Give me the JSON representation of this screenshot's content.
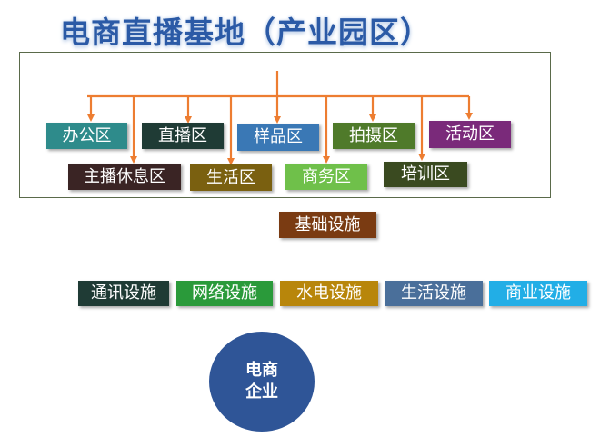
{
  "title": "电商直播基地（产业园区）",
  "zones_row1": [
    {
      "label": "办公区",
      "color": "#2e8b8b"
    },
    {
      "label": "直播区",
      "color": "#1f3b35"
    },
    {
      "label": "样品区",
      "color": "#3a78b5"
    },
    {
      "label": "拍摄区",
      "color": "#4f7a2a"
    },
    {
      "label": "活动区",
      "color": "#7a2a7a"
    }
  ],
  "zones_row2": [
    {
      "label": "主播休息区",
      "color": "#3a2424"
    },
    {
      "label": "生活区",
      "color": "#7a6010"
    },
    {
      "label": "商务区",
      "color": "#6fc04a"
    },
    {
      "label": "培训区",
      "color": "#3a4a20"
    }
  ],
  "foundation": {
    "label": "基础设施",
    "color": "#7a3b12"
  },
  "facilities": [
    {
      "label": "通讯设施",
      "color": "#1f3b35"
    },
    {
      "label": "网络设施",
      "color": "#2a9a3a"
    },
    {
      "label": "水电设施",
      "color": "#b8860b"
    },
    {
      "label": "生活设施",
      "color": "#4a6f9a"
    },
    {
      "label": "商业设施",
      "color": "#22aee6"
    }
  ],
  "core": {
    "line1": "电商",
    "line2": "企业",
    "color": "#2f5597"
  },
  "arrow_color": "#ed7d31"
}
